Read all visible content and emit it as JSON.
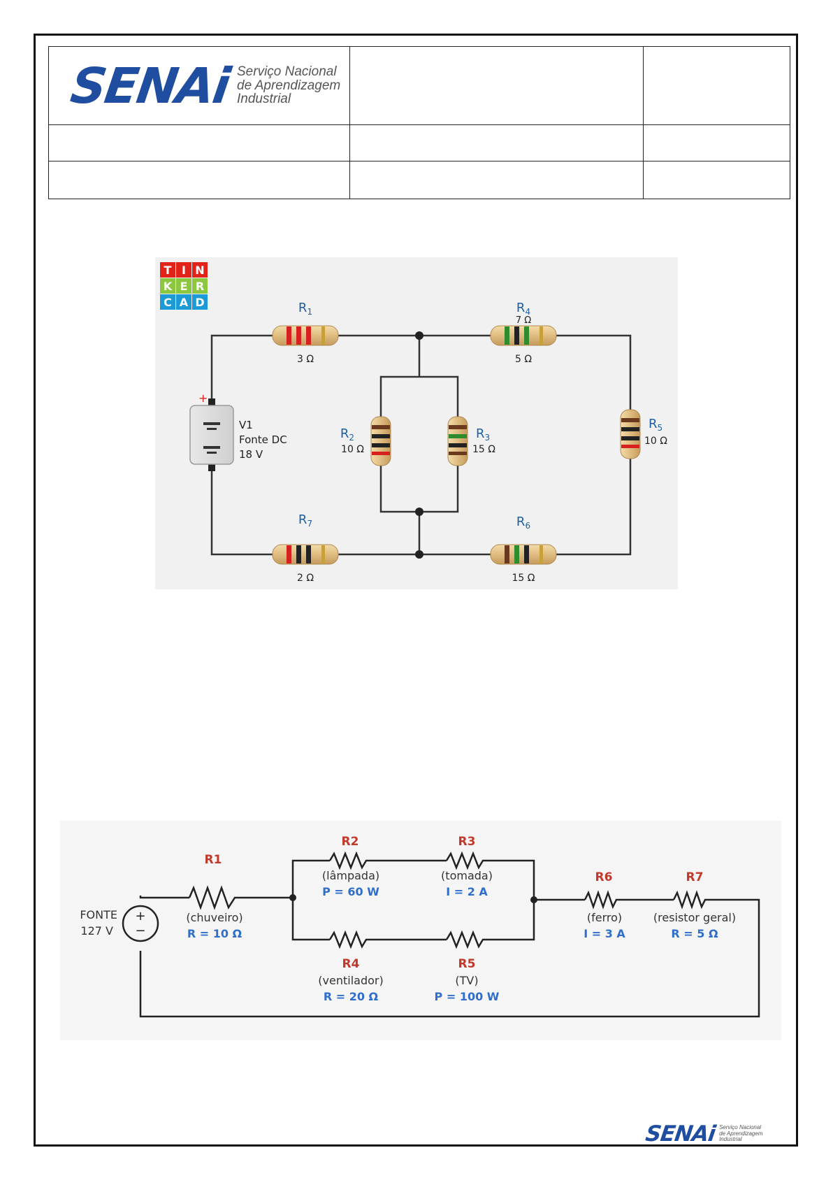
{
  "header": {
    "logo_word": "SENAi",
    "logo_line1": "Serviço Nacional",
    "logo_line2": "de Aprendizagem",
    "logo_line3": "Industrial"
  },
  "figure1": {
    "tinkercad_letters": [
      "T",
      "I",
      "N",
      "K",
      "E",
      "R",
      "C",
      "A",
      "D"
    ],
    "tinkercad_colors": [
      "#e2231a",
      "#e2231a",
      "#e2231a",
      "#8dc63f",
      "#8dc63f",
      "#8dc63f",
      "#1b9ad6",
      "#1b9ad6",
      "#1b9ad6"
    ],
    "source": {
      "polarity": "+",
      "name": "V1",
      "type": "Fonte DC",
      "voltage": "18 V"
    },
    "resistors": {
      "r1": {
        "name": "R",
        "sub": "1",
        "value": "3 Ω"
      },
      "r2": {
        "name": "R",
        "sub": "2",
        "value": "10 Ω"
      },
      "r3": {
        "name": "R",
        "sub": "3",
        "value": "15 Ω"
      },
      "r4": {
        "name": "R",
        "sub": "4",
        "value": "5 Ω",
        "extra": "7 Ω"
      },
      "r5": {
        "name": "R",
        "sub": "5",
        "value": "10 Ω"
      },
      "r6": {
        "name": "R",
        "sub": "6",
        "value": "15 Ω"
      },
      "r7": {
        "name": "R",
        "sub": "7",
        "value": "2 Ω"
      }
    }
  },
  "figure2": {
    "source": {
      "name": "FONTE",
      "voltage": "127 V",
      "plus": "+",
      "minus": "−"
    },
    "r1": {
      "name": "R1",
      "desc": "(chuveiro)",
      "value": "R = 10 Ω"
    },
    "r2": {
      "name": "R2",
      "desc": "(lâmpada)",
      "value": "P = 60 W"
    },
    "r3": {
      "name": "R3",
      "desc": "(tomada)",
      "value": "I = 2 A"
    },
    "r4": {
      "name": "R4",
      "desc": "(ventilador)",
      "value": "R = 20 Ω"
    },
    "r5": {
      "name": "R5",
      "desc": "(TV)",
      "value": "P = 100 W"
    },
    "r6": {
      "name": "R6",
      "desc": "(ferro)",
      "value": "I = 3 A"
    },
    "r7": {
      "name": "R7",
      "desc": "(resistor geral)",
      "value": "R = 5 Ω"
    },
    "colors": {
      "name": "#c0392b",
      "value": "#2f6fcb",
      "desc": "#333333"
    }
  },
  "footer": {
    "logo_word": "SENAi",
    "logo_line1": "Serviço Nacional",
    "logo_line2": "de Aprendizagem",
    "logo_line3": "Industrial"
  }
}
